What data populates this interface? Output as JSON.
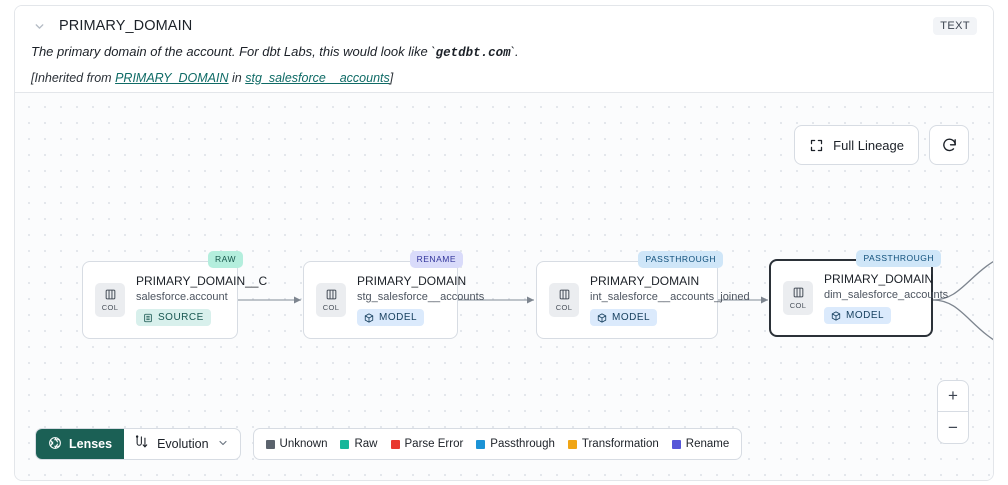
{
  "header": {
    "chevron_icon": "chevron-down-icon",
    "title": "PRIMARY_DOMAIN",
    "type_badge": "TEXT",
    "description_pre": "The primary domain of the account. For dbt Labs, this would look like `",
    "description_code": "getdbt.com",
    "description_post": "`.",
    "inherited_prefix": "[Inherited from ",
    "inherited_link_1": "PRIMARY_DOMAIN",
    "inherited_mid": " in ",
    "inherited_link_2": "stg_salesforce__accounts",
    "inherited_suffix": "]"
  },
  "toolbar": {
    "full_lineage_label": "Full Lineage",
    "full_lineage_icon": "expand-icon",
    "refresh_icon": "refresh-icon",
    "zoom_in_label": "+",
    "zoom_out_label": "−"
  },
  "graph": {
    "nodes": [
      {
        "tag": "RAW",
        "tag_kind": "raw",
        "chip_label": "COL",
        "chip_icon": "columns-icon",
        "title": "PRIMARY_DOMAIN__C",
        "subtitle": "salesforce.account",
        "kind_label": "SOURCE",
        "kind_type": "source",
        "kind_icon": "database-icon",
        "selected": false
      },
      {
        "tag": "RENAME",
        "tag_kind": "rename",
        "chip_label": "COL",
        "chip_icon": "columns-icon",
        "title": "PRIMARY_DOMAIN",
        "subtitle": "stg_salesforce__accounts",
        "kind_label": "MODEL",
        "kind_type": "model",
        "kind_icon": "cube-icon",
        "selected": false
      },
      {
        "tag": "PASSTHROUGH",
        "tag_kind": "passthrough",
        "chip_label": "COL",
        "chip_icon": "columns-icon",
        "title": "PRIMARY_DOMAIN",
        "subtitle": "int_salesforce__accounts_joined",
        "kind_label": "MODEL",
        "kind_type": "model",
        "kind_icon": "cube-icon",
        "selected": false
      },
      {
        "tag": "PASSTHROUGH",
        "tag_kind": "passthrough",
        "chip_label": "COL",
        "chip_icon": "columns-icon",
        "title": "PRIMARY_DOMAIN",
        "subtitle": "dim_salesforce_accounts",
        "kind_label": "MODEL",
        "kind_type": "model",
        "kind_icon": "cube-icon",
        "selected": true
      }
    ]
  },
  "bottom": {
    "lenses_label": "Lenses",
    "lenses_icon": "aperture-icon",
    "evolution_label": "Evolution",
    "evolution_icon": "flow-icon",
    "evolution_chevron": "chevron-down-icon",
    "legend": [
      {
        "label": "Unknown",
        "color": "#5b636d"
      },
      {
        "label": "Raw",
        "color": "#17b79a"
      },
      {
        "label": "Parse Error",
        "color": "#e8382f"
      },
      {
        "label": "Passthrough",
        "color": "#1b93d6"
      },
      {
        "label": "Transformation",
        "color": "#f0a515"
      },
      {
        "label": "Rename",
        "color": "#5656d8"
      }
    ]
  }
}
